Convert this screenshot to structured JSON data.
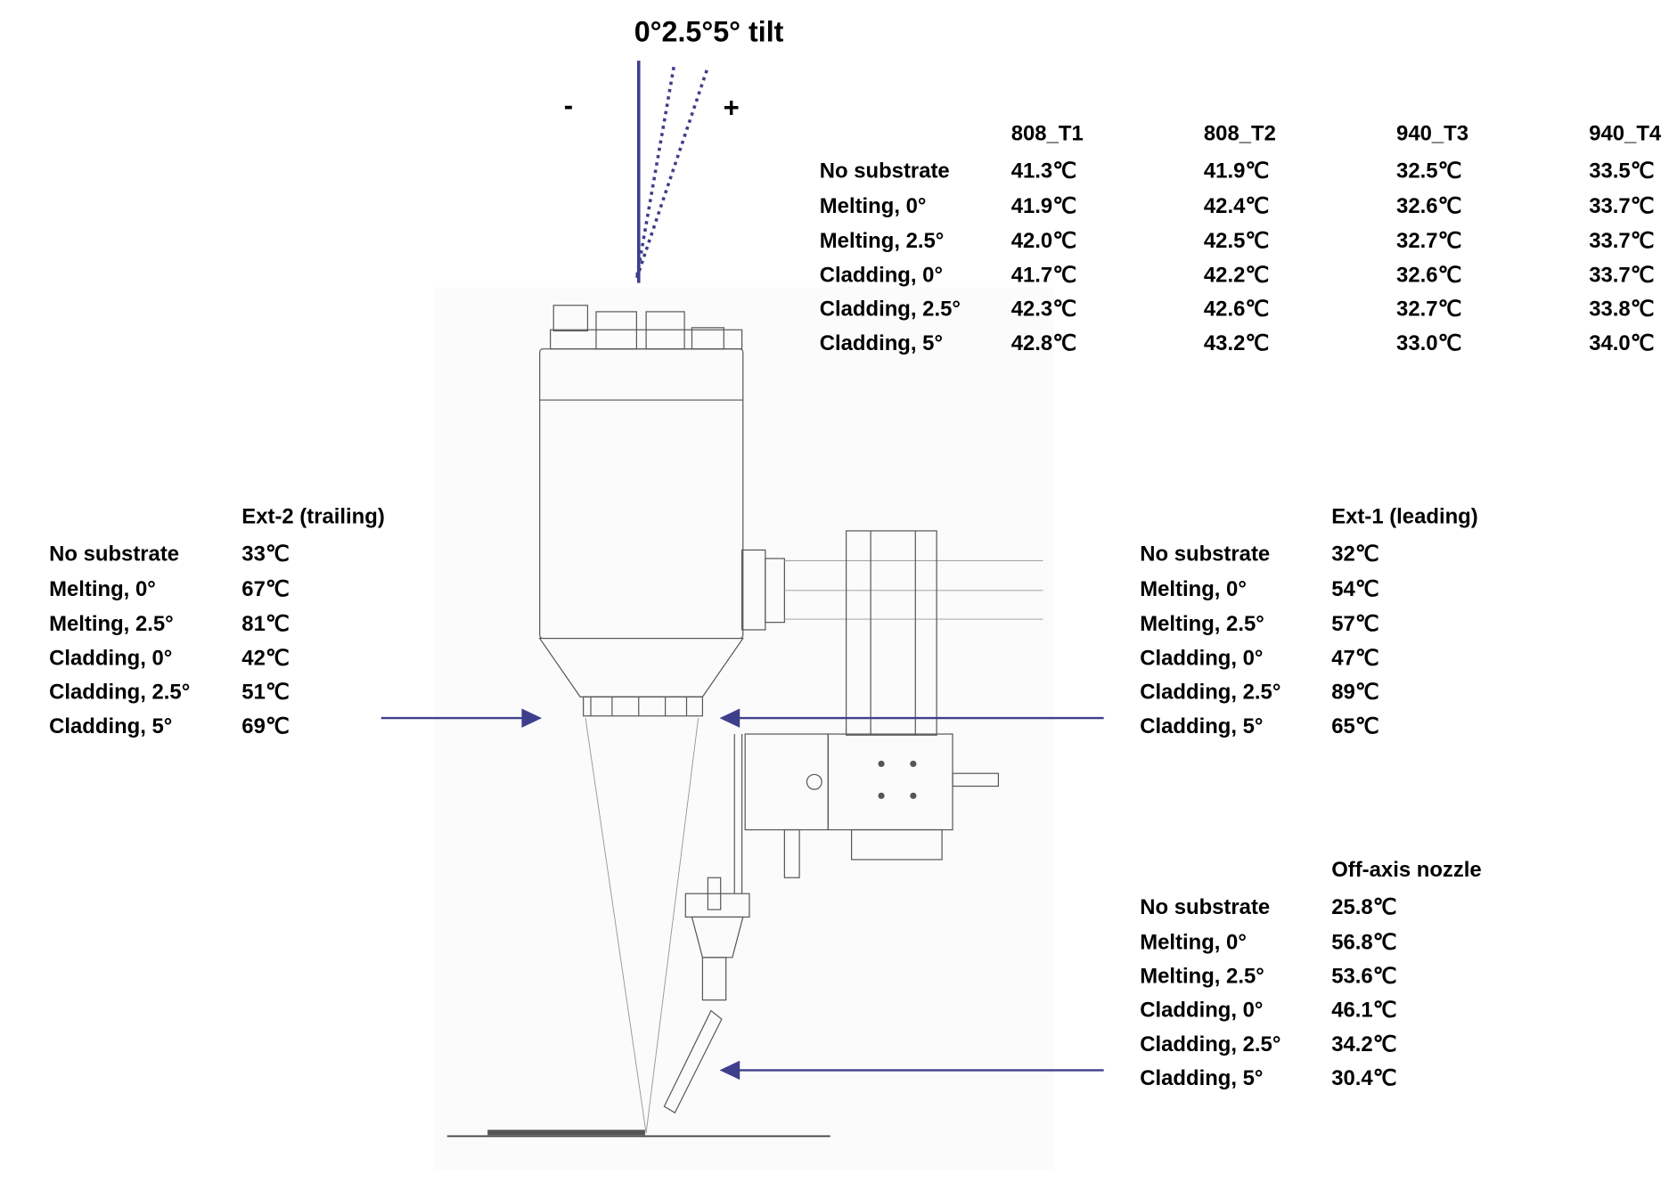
{
  "tilt": {
    "title": "0°2.5°5° tilt",
    "minus": "-",
    "plus": "+"
  },
  "colors": {
    "arrow": "#3d3f8c",
    "line": "#3d3f8c"
  },
  "rows": [
    "No substrate",
    "Melting, 0°",
    "Melting, 2.5°",
    "Cladding, 0°",
    "Cladding, 2.5°",
    "Cladding, 5°"
  ],
  "diode_table": {
    "headers": [
      "808_T1",
      "808_T2",
      "940_T3",
      "940_T4"
    ],
    "values": [
      [
        "41.3℃",
        "41.9℃",
        "32.5℃",
        "33.5℃"
      ],
      [
        "41.9℃",
        "42.4℃",
        "32.6℃",
        "33.7℃"
      ],
      [
        "42.0℃",
        "42.5℃",
        "32.7℃",
        "33.7℃"
      ],
      [
        "41.7℃",
        "42.2℃",
        "32.6℃",
        "33.7℃"
      ],
      [
        "42.3℃",
        "42.6℃",
        "32.7℃",
        "33.8℃"
      ],
      [
        "42.8℃",
        "43.2℃",
        "33.0℃",
        "34.0℃"
      ]
    ]
  },
  "ext2": {
    "header": "Ext-2 (trailing)",
    "values": [
      "33℃",
      "67℃",
      "81℃",
      "42℃",
      "51℃",
      "69℃"
    ]
  },
  "ext1": {
    "header": "Ext-1 (leading)",
    "values": [
      "32℃",
      "54℃",
      "57℃",
      "47℃",
      "89℃",
      "65℃"
    ]
  },
  "offaxis": {
    "header": "Off-axis nozzle",
    "values": [
      "25.8℃",
      "56.8℃",
      "53.6℃",
      "46.1℃",
      "34.2℃",
      "30.4℃"
    ]
  }
}
